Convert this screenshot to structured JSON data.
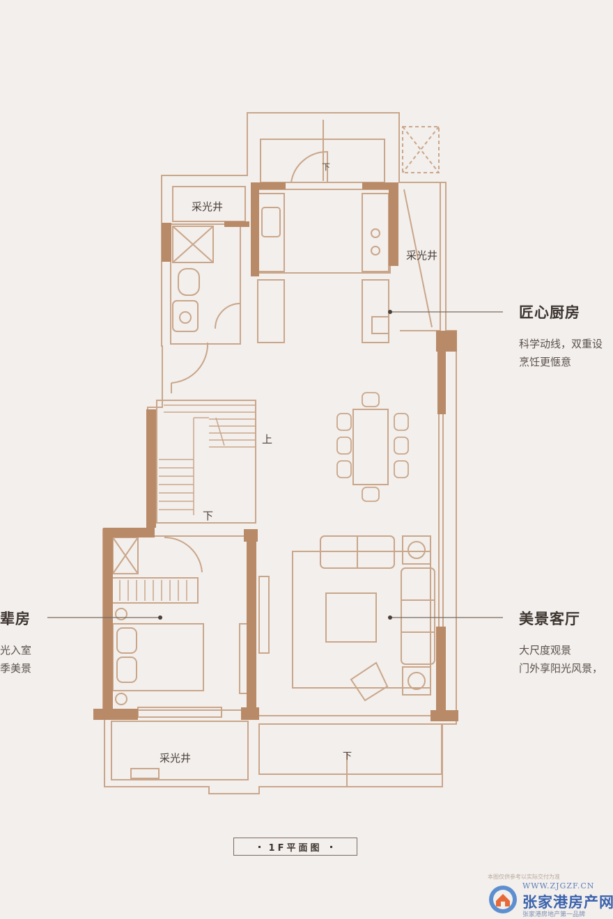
{
  "plan": {
    "light_well_label": "采光井",
    "stair_up": "上",
    "stair_down": "下",
    "door_marker": "下",
    "caption": "1F平面图"
  },
  "callouts": {
    "kitchen": {
      "title": "匠心厨房",
      "line1": "科学动线，双重设",
      "line2": "烹饪更惬意"
    },
    "living": {
      "title": "美景客厅",
      "line1": "大尺度观景",
      "line2": "门外享阳光风景，"
    },
    "elder": {
      "title": "辈房",
      "line1": "光入室",
      "line2": "季美景"
    }
  },
  "watermark": {
    "notice": "本图仅供参考以实际交付为准",
    "url": "WWW.ZJGZF.CN",
    "name": "张家港房产网",
    "slogan": "张家港房地产第一品牌"
  },
  "colors": {
    "wall": "#b98a68",
    "wall_dark": "#9a6c4c",
    "line": "#c9a68a",
    "background": "#f3efec",
    "brand_blue": "#3a62ad"
  }
}
